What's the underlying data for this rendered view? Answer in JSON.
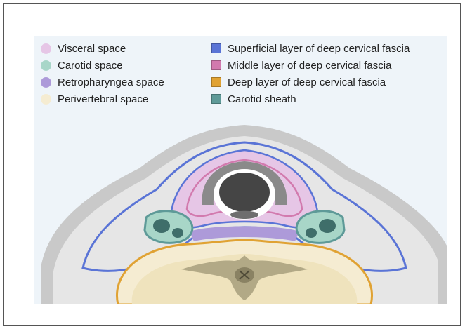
{
  "legend": {
    "spaces": [
      {
        "label": "Visceral space",
        "color": "#e6c6e6"
      },
      {
        "label": "Carotid space",
        "color": "#a8d6c8"
      },
      {
        "label": "Retropharyngea space",
        "color": "#ad9ad9"
      },
      {
        "label": "Perivertebral space",
        "color": "#f5ecd2"
      }
    ],
    "fasciae": [
      {
        "label": "Superficial layer of deep cervical fascia",
        "color": "#5a74d6"
      },
      {
        "label": "Middle layer of deep cervical fascia",
        "color": "#d27aae"
      },
      {
        "label": "Deep layer of deep cervical fascia",
        "color": "#e0a233"
      },
      {
        "label": "Carotid sheath",
        "color": "#5e9a98"
      }
    ]
  },
  "colors": {
    "panel_background": "#eef4f9",
    "neck_skin": "#c9c9c9",
    "neck_interior": "#e6e6e6",
    "vertebra": "#efe3bd",
    "spinal_structure": "#a79f7c",
    "trachea_cartilage": "#8a8a8a",
    "trachea_lumen": "#454545",
    "esophagus": "#6e6e6e"
  }
}
